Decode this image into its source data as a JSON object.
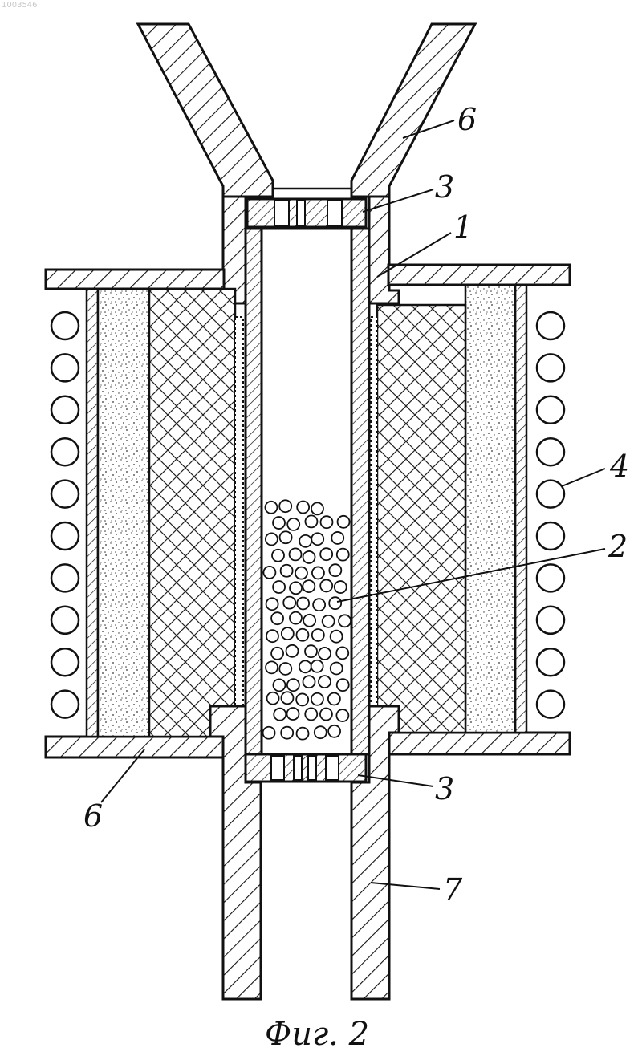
{
  "watermark": "1003546",
  "labels": {
    "funnel": "6",
    "top_grid": "3",
    "tube": "1",
    "coil": "4",
    "granules": "2",
    "bottom_flange": "6",
    "bottom_grid": "3",
    "outlet_pipe": "7"
  },
  "caption": "Фиг. 2"
}
